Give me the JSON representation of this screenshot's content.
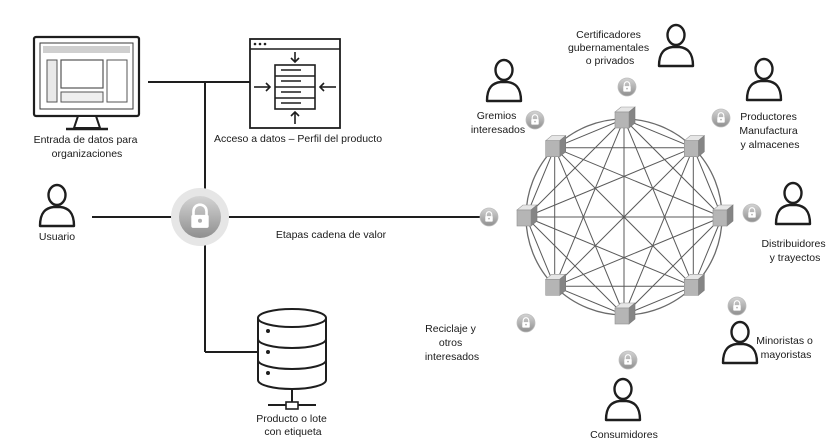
{
  "labels": {
    "data_entry": [
      "Entrada de datos para",
      "organizaciones"
    ],
    "data_access": [
      "Acceso a datos – Perfil del producto"
    ],
    "user": [
      "Usuario"
    ],
    "value_chain": [
      "Etapas cadena de valor"
    ],
    "product": [
      "Producto o lote",
      "con etiqueta"
    ]
  },
  "network": {
    "nodes": [
      {
        "id": "certificadores",
        "label": [
          "Certificadores",
          "gubernamentales",
          "o privados"
        ]
      },
      {
        "id": "productores",
        "label": [
          "Productores",
          "Manufactura",
          "y almacenes"
        ]
      },
      {
        "id": "distribuidores",
        "label": [
          "Distribuidores",
          "y trayectos"
        ]
      },
      {
        "id": "minoristas",
        "label": [
          "Minoristas o",
          "mayoristas"
        ]
      },
      {
        "id": "consumidores",
        "label": [
          "Consumidores"
        ]
      },
      {
        "id": "reciclaje",
        "label": [
          "Reciclaje y",
          "otros",
          "interesados"
        ]
      },
      {
        "id": "usuario-etapa",
        "label": []
      },
      {
        "id": "gremios",
        "label": [
          "Gremios",
          "interesados"
        ]
      }
    ]
  }
}
